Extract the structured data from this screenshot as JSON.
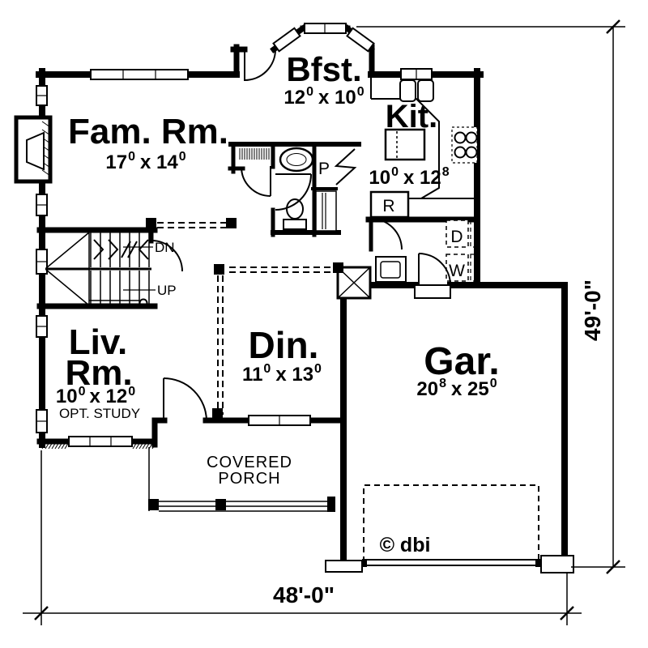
{
  "plan": {
    "rooms": {
      "fam": {
        "name": "Fam. Rm.",
        "a": "17",
        "a_sup": "0",
        "b": "x 14",
        "b_sup": "0"
      },
      "bfst": {
        "name": "Bfst.",
        "a": "12",
        "a_sup": "0",
        "b": "x 10",
        "b_sup": "0"
      },
      "kit": {
        "name": "Kit.",
        "a": "10",
        "a_sup": "0",
        "b": "x 12",
        "b_sup": "8"
      },
      "liv": {
        "name_line1": "Liv.",
        "name_line2": "Rm.",
        "a": "10",
        "a_sup": "0",
        "b": "x 12",
        "b_sup": "0",
        "note": "OPT. STUDY"
      },
      "din": {
        "name": "Din.",
        "a": "11",
        "a_sup": "0",
        "b": "x 13",
        "b_sup": "0"
      },
      "gar": {
        "name": "Gar.",
        "a": "20",
        "a_sup": "8",
        "b": "x 25",
        "b_sup": "0"
      },
      "porch": {
        "line1": "COVERED",
        "line2": "PORCH"
      }
    },
    "stairs": {
      "down_label": "DN",
      "up_label": "UP"
    },
    "fixtures": {
      "pantry": "P",
      "refrigerator": "R",
      "dryer": "D",
      "washer": "W"
    },
    "dimensions": {
      "overall_width": "48'-0\"",
      "overall_height": "49'-0\""
    },
    "branding": {
      "copyright": "© dbi"
    },
    "colors": {
      "ink": "#000000",
      "paper": "#ffffff"
    }
  }
}
